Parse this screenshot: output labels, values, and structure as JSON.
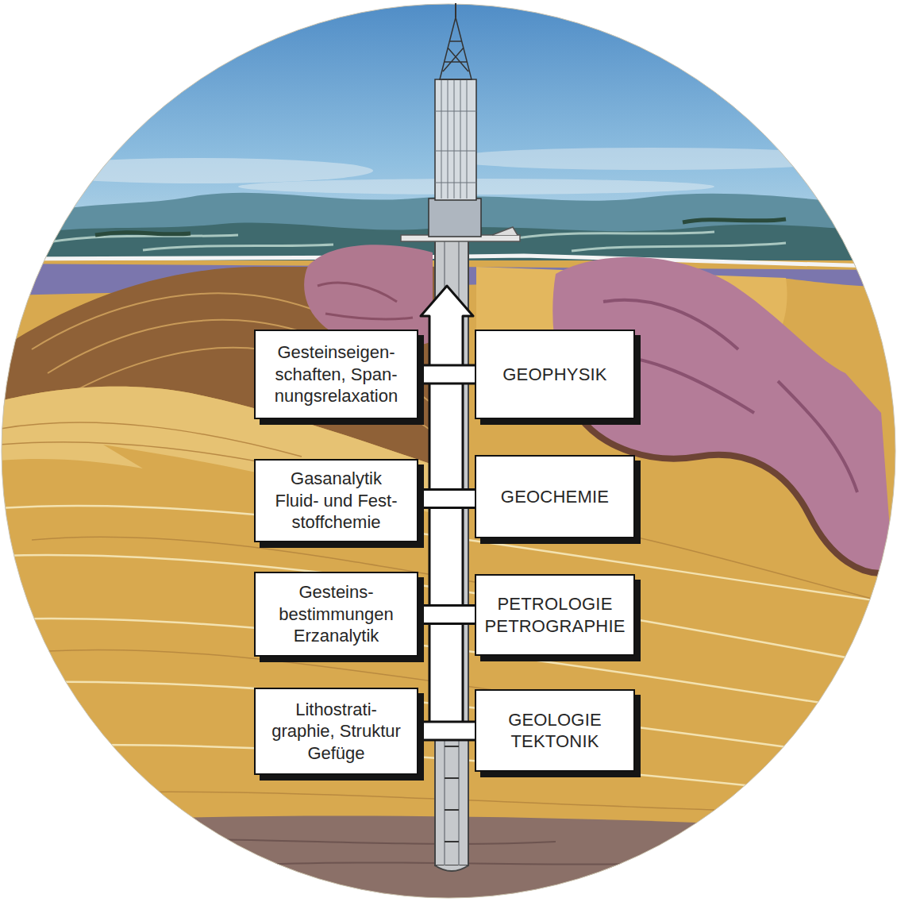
{
  "diagram": {
    "nodes": [
      {
        "text": [
          "Gesteinseigen- schaften, Span- nungsrelaxation"
        ]
      },
      {
        "text": [
          "GEOPHYSIK"
        ]
      },
      {
        "text": [
          "Gasanalytik Fluid- und Fest- stoffchemie"
        ]
      },
      {
        "text": [
          "GEOCHEMIE"
        ]
      },
      {
        "text": [
          "Gesteins- bestimmungen Erzanalytik"
        ]
      },
      {
        "text": [
          "PETROLOGIE PETROGRAPHIE"
        ]
      },
      {
        "text": [
          "Lithostrati- graphie, Struktur Gefüge"
        ]
      },
      {
        "text": [
          "GEOLOGIE TEKTONIK"
        ]
      }
    ],
    "edges": [
      {
        "from": 0,
        "to": 1,
        "arrow": "none"
      },
      {
        "from": 2,
        "to": 3,
        "arrow": "none"
      },
      {
        "from": 4,
        "to": 5,
        "arrow": "none"
      },
      {
        "from": 6,
        "to": 7,
        "arrow": "none"
      }
    ]
  }
}
